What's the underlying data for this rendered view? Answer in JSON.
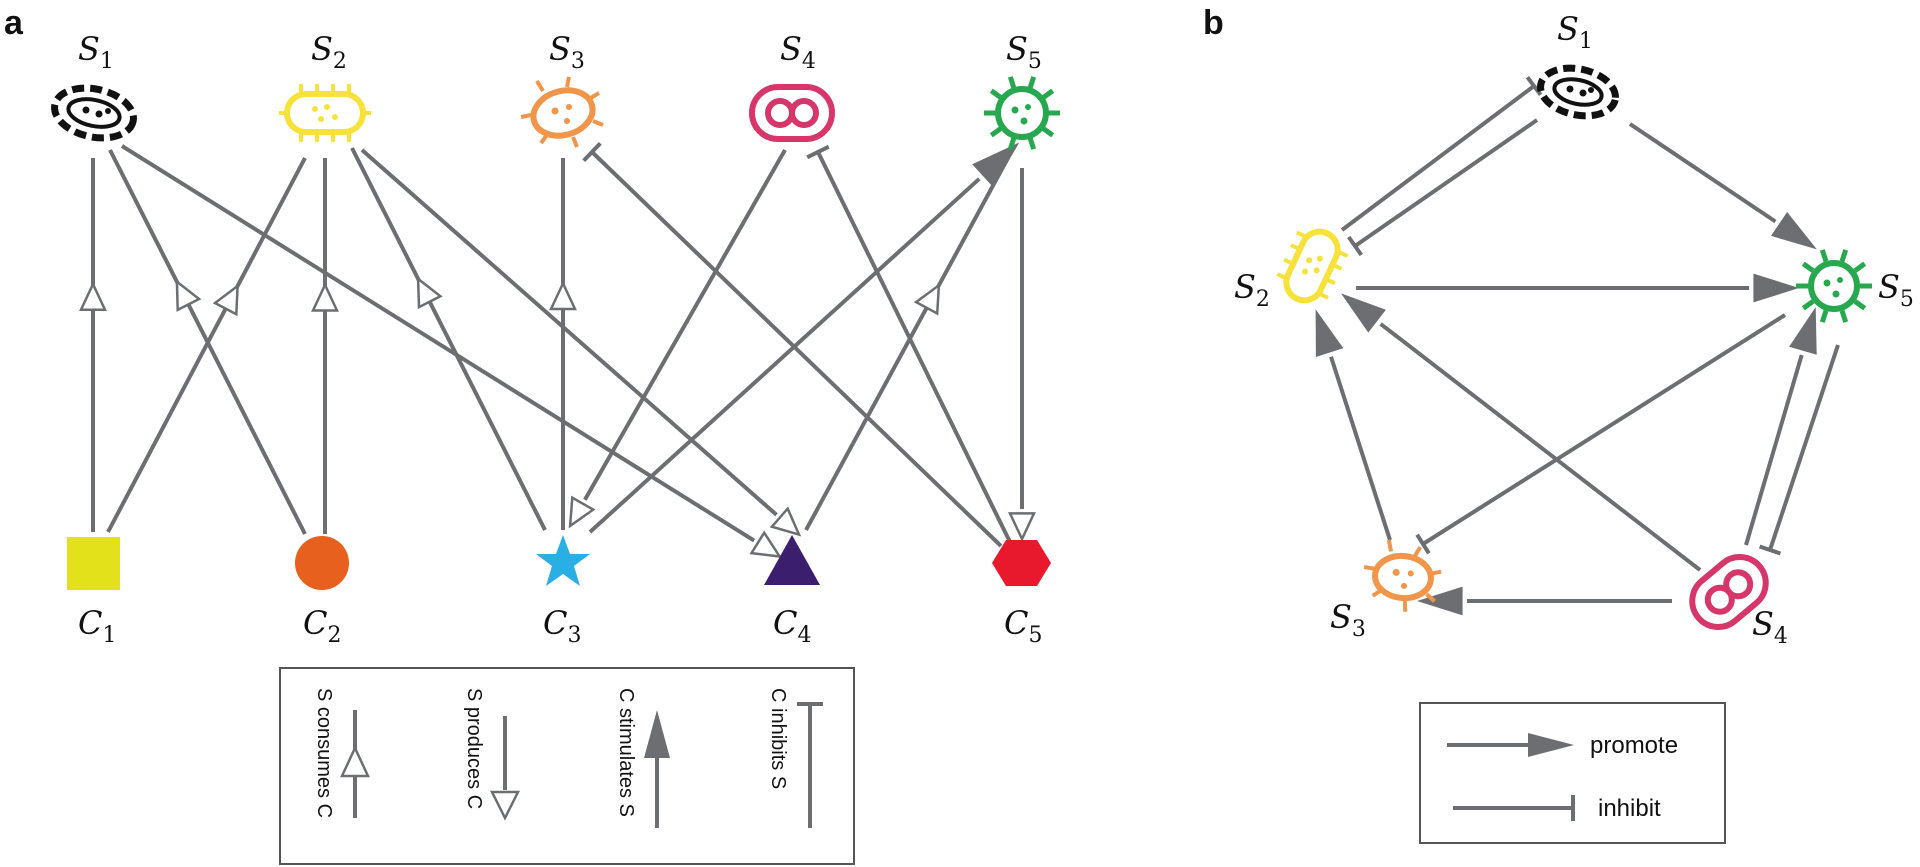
{
  "panel_a": {
    "label": "a",
    "species": [
      {
        "id": "S1",
        "name": "S",
        "sub": "1",
        "color": "#111111",
        "shape": "dashed-oval-microbe-icon"
      },
      {
        "id": "S2",
        "name": "S",
        "sub": "2",
        "color": "#f7e23b",
        "shape": "rod-bacterium-icon"
      },
      {
        "id": "S3",
        "name": "S",
        "sub": "3",
        "color": "#f0954a",
        "shape": "blob-microbe-icon"
      },
      {
        "id": "S4",
        "name": "S",
        "sub": "4",
        "color": "#d6366a",
        "shape": "diplococcus-icon"
      },
      {
        "id": "S5",
        "name": "S",
        "sub": "5",
        "color": "#27a84f",
        "shape": "spiky-virus-icon"
      }
    ],
    "compounds": [
      {
        "id": "C1",
        "name": "C",
        "sub": "1",
        "color": "#e3e11a",
        "shape": "square"
      },
      {
        "id": "C2",
        "name": "C",
        "sub": "2",
        "color": "#e8601e",
        "shape": "circle"
      },
      {
        "id": "C3",
        "name": "C",
        "sub": "3",
        "color": "#29aee6",
        "shape": "star"
      },
      {
        "id": "C4",
        "name": "C",
        "sub": "4",
        "color": "#3b1f6e",
        "shape": "triangle"
      },
      {
        "id": "C5",
        "name": "C",
        "sub": "5",
        "color": "#e8192c",
        "shape": "hexagon"
      }
    ],
    "edges": [
      {
        "from": "C1",
        "to": "S1",
        "type": "consumes"
      },
      {
        "from": "C1",
        "to": "S2",
        "type": "consumes"
      },
      {
        "from": "C2",
        "to": "S1",
        "type": "consumes"
      },
      {
        "from": "C2",
        "to": "S2",
        "type": "consumes"
      },
      {
        "from": "C3",
        "to": "S2",
        "type": "consumes"
      },
      {
        "from": "C3",
        "to": "S3",
        "type": "consumes"
      },
      {
        "from": "C4",
        "to": "S5",
        "type": "consumes"
      },
      {
        "from": "S1",
        "to": "C4",
        "type": "produces"
      },
      {
        "from": "S2",
        "to": "C4",
        "type": "produces"
      },
      {
        "from": "S4",
        "to": "C3",
        "type": "produces"
      },
      {
        "from": "S5",
        "to": "C5",
        "type": "produces"
      },
      {
        "from": "C3",
        "to": "S5",
        "type": "stimulates"
      },
      {
        "from": "C5",
        "to": "S3",
        "type": "inhibits"
      },
      {
        "from": "C5",
        "to": "S4",
        "type": "inhibits"
      }
    ],
    "legend": [
      {
        "type": "consumes",
        "text": "S consumes C"
      },
      {
        "type": "produces",
        "text": "S produces C"
      },
      {
        "type": "stimulates",
        "text": "C stimulates S"
      },
      {
        "type": "inhibits",
        "text": "C inhibits S"
      }
    ]
  },
  "panel_b": {
    "label": "b",
    "nodes": [
      {
        "id": "S1",
        "name": "S",
        "sub": "1"
      },
      {
        "id": "S2",
        "name": "S",
        "sub": "2"
      },
      {
        "id": "S3",
        "name": "S",
        "sub": "3"
      },
      {
        "id": "S4",
        "name": "S",
        "sub": "4"
      },
      {
        "id": "S5",
        "name": "S",
        "sub": "5"
      }
    ],
    "edges": [
      {
        "from": "S1",
        "to": "S5",
        "type": "promote"
      },
      {
        "from": "S2",
        "to": "S1",
        "type": "inhibit"
      },
      {
        "from": "S1",
        "to": "S2",
        "type": "inhibit"
      },
      {
        "from": "S2",
        "to": "S5",
        "type": "promote"
      },
      {
        "from": "S3",
        "to": "S2",
        "type": "promote"
      },
      {
        "from": "S4",
        "to": "S2",
        "type": "promote"
      },
      {
        "from": "S4",
        "to": "S3",
        "type": "promote"
      },
      {
        "from": "S4",
        "to": "S5",
        "type": "promote"
      },
      {
        "from": "S5",
        "to": "S4",
        "type": "inhibit"
      },
      {
        "from": "S5",
        "to": "S3",
        "type": "inhibit"
      }
    ],
    "legend": [
      {
        "type": "promote",
        "text": "promote"
      },
      {
        "type": "inhibit",
        "text": "inhibit"
      }
    ]
  }
}
